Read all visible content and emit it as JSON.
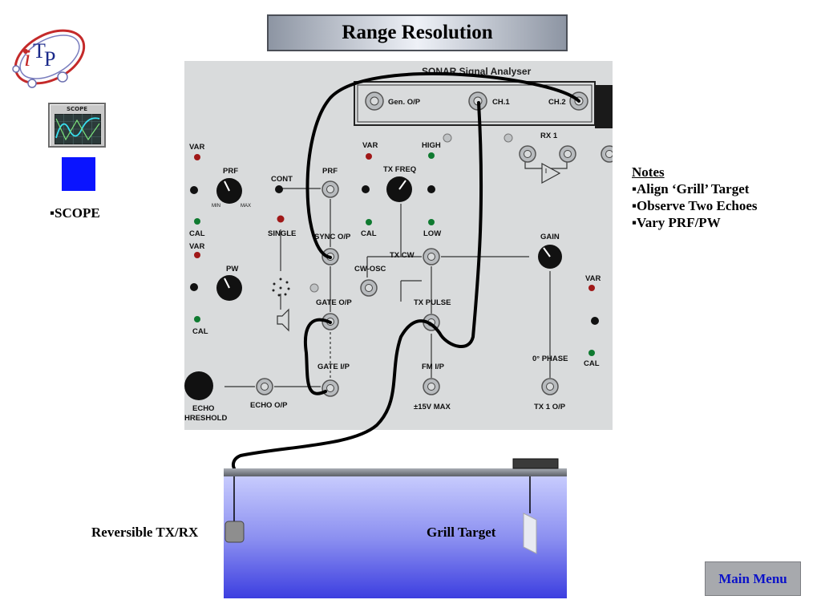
{
  "title": "Range Resolution",
  "logo": {
    "text_i": "i",
    "text_t": "T",
    "text_p": "P"
  },
  "sidebar": {
    "scope_button_label": "SCOPE",
    "scope_text": "▪SCOPE"
  },
  "panel": {
    "title": "SONAR Signal Analyser",
    "labels": {
      "gen_op": "Gen. O/P",
      "ch1": "CH.1",
      "ch2": "CH.2",
      "rx1": "RX 1",
      "var1": "VAR",
      "prf_knob": "PRF",
      "cal1": "CAL",
      "var2": "VAR",
      "pw": "PW",
      "cal2": "CAL",
      "cont": "CONT",
      "single": "SINGLE",
      "prf_bnc": "PRF",
      "sync_op": "SYNC O/P",
      "gate_op": "GATE O/P",
      "gate_ip": "GATE I/P",
      "echo_op": "ECHO O/P",
      "echo": "ECHO",
      "threshold": "HRESHOLD",
      "var3": "VAR",
      "high": "HIGH",
      "tx_freq": "TX FREQ",
      "cal3": "CAL",
      "low": "LOW",
      "tx_cw": "TX CW",
      "cw_osc": "CW-OSC",
      "tx_pulse": "TX PULSE",
      "fm_ip": "FM I/P",
      "v15": "±15V MAX",
      "gain": "GAIN",
      "phase": "0° PHASE",
      "tx1_op": "TX 1 O/P",
      "var4": "VAR",
      "cal4": "CAL",
      "min": "MIN",
      "max": "MAX"
    }
  },
  "notes": {
    "heading": "Notes",
    "items": [
      "▪Align ‘Grill’ Target",
      "▪Observe Two Echoes",
      "▪Vary PRF/PW"
    ]
  },
  "tank": {
    "transducer_label": "Reversible TX/RX",
    "target_label": "Grill Target"
  },
  "nav": {
    "main_menu": "Main Menu"
  },
  "colors": {
    "title_bg": "#d7dce6",
    "scope_square": "#0a14ff",
    "main_menu_text": "#0b12c9",
    "tank_blue": "#3c3ee0"
  }
}
